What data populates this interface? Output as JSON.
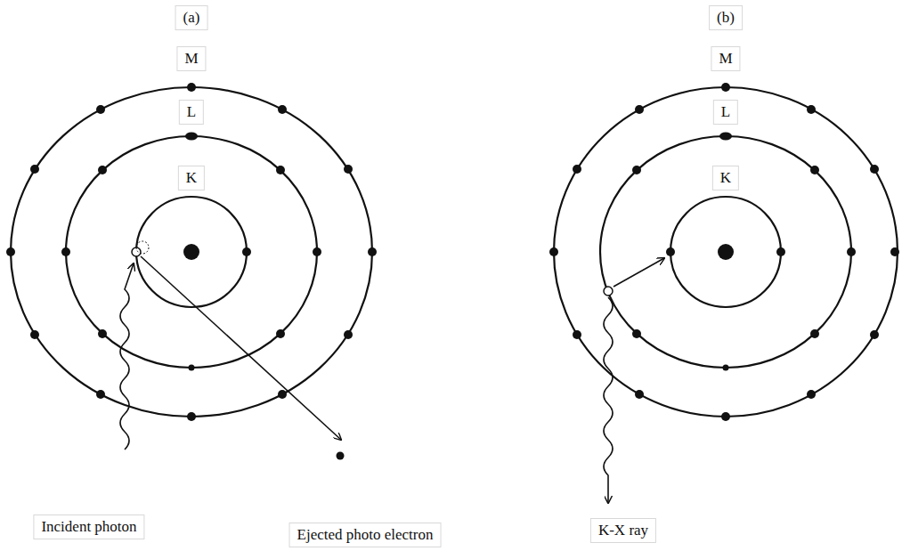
{
  "diagram": {
    "labels": [
      "(a)",
      "M",
      "L",
      "K",
      "Incident photon",
      "Ejected photo electron",
      "(b)",
      "M",
      "L",
      "K",
      "K-X ray"
    ]
  }
}
